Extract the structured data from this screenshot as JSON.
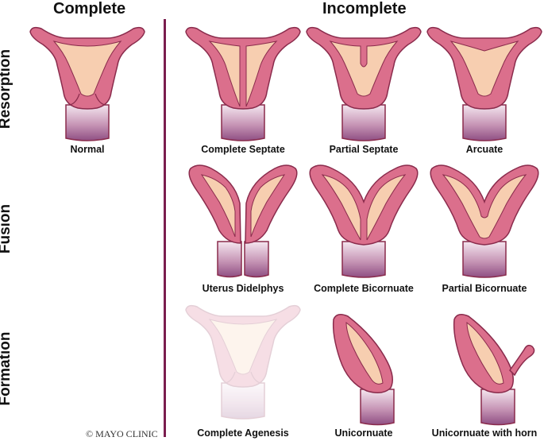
{
  "columns": {
    "complete": "Complete",
    "incomplete": "Incomplete"
  },
  "rows": {
    "resorption": "Resorption",
    "fusion": "Fusion",
    "formation": "Formation"
  },
  "labels": {
    "normal": "Normal",
    "complete_septate": "Complete Septate",
    "partial_septate": "Partial Septate",
    "arcuate": "Arcuate",
    "uterus_didelphys": "Uterus Didelphys",
    "complete_bicornuate": "Complete Bicornuate",
    "partial_bicornuate": "Partial Bicornuate",
    "complete_agenesis": "Complete Agenesis",
    "unicornuate": "Unicornuate",
    "unicornuate_with_horn": "Unicornuate with horn"
  },
  "copyright": "© MAYO CLINIC",
  "colors": {
    "wall": "#db6f8c",
    "wall_stroke": "#8a2b4c",
    "cavity": "#f7ceb0",
    "cervix_top": "#f2e3ec",
    "cervix_bottom": "#8f4f83",
    "divider": "#7a1d4e"
  }
}
